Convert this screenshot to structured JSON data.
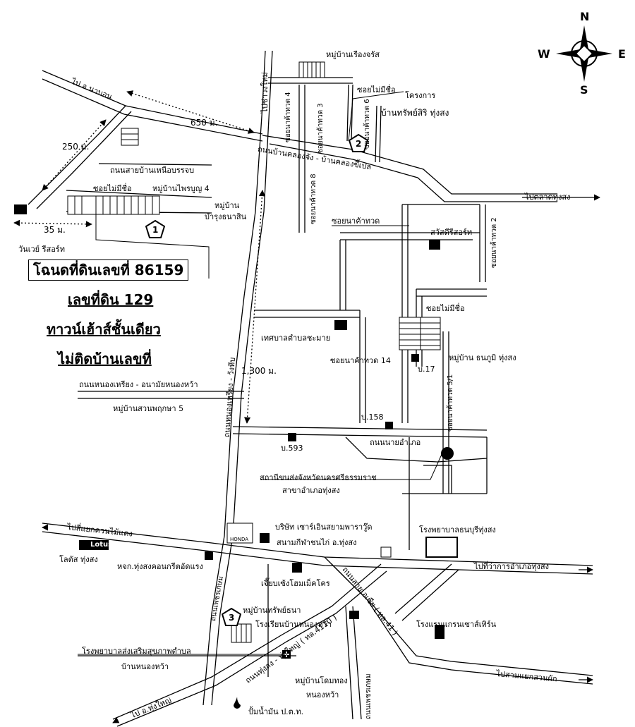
{
  "compass": {
    "n": "N",
    "s": "S",
    "e": "E",
    "w": "W"
  },
  "title_block": {
    "deed": "โฉนดที่ดินเลขที่ 86159",
    "plot": "เลขที่ดิน 129",
    "type": "ทาวน์เฮ้าส์ชั้นเดียว",
    "house_no": "ไม่ติดบ้านเลขที่"
  },
  "distances": {
    "d650": "650 ม.",
    "d250": "250 ม.",
    "d35": "35 ม.",
    "d1300": "1,300 ม."
  },
  "markers": {
    "m1": "1",
    "m2": "2",
    "m3": "3"
  },
  "labels": {
    "to_na_bon": "ไป อ.นาบอน",
    "to_chawang": "ไปช่าวงใหม่",
    "ruangjarat": "หมู่บ้านเรืองจรัส",
    "soi_no_name_top": "ซอยไม่มีชื่อ",
    "project": "โครงการ",
    "sapsiri": "บ้านทรัพย์สิริ ทุ่งสง",
    "soi4": "ซอยนาค้าทวด 4",
    "soi3": "ซอยนาค้าทวด 3",
    "soi6": "ซอยนาค้าทวด 6",
    "soi8": "ซอยนาค้าทวด 8",
    "road_khlongchang": "ถนนบ้านคลองจัง - บ้านคลองขี้เปล",
    "road_nuea": "ถนนสายบ้านเหนือบรรจบ",
    "soi_no_name_left": "ซอยไม่มีชื่อ",
    "phaiboon": "หมู่บ้านไพรบูญ 4",
    "ban": "หมู่บ้าน",
    "bamrung": "บำรุงธนาสิน",
    "to_talat": "ไปตลาดทุ่งสง",
    "soi2": "ซอยนาค้าทวด 2",
    "soi_nakhamthuad": "ซอยนาค้าทวด",
    "sawatdee": "สวัสดีรีสอร์ท",
    "runway": "วันเวย์ รีสอร์ท",
    "soi_no_name_right": "ซอยไม่มีชื่อ",
    "thetsaban": "เทศบาลตำบลชะมาย",
    "thanaphum": "หมู่บ้าน ธนภูมิ ทุ่งสง",
    "soi14": "ซอยนาค้าทวด 14",
    "b17": "บ.17",
    "road_nongriang": "ถนนหนองเหรียง - อนามัยหนองหว้า",
    "suanphruksa": "หมู่บ้านสวนพฤกษา 5",
    "road_nongriang_v": "ถนนหนองเหรียง - วังหีบ",
    "soi51": "ซอยนาค้าทวด 5/1",
    "b158": "บ.158",
    "b593": "บ.593",
    "road_amphoe": "ถนนนายอำเภอ",
    "station1": "สถานีขนส่งจังหวัดนครศรีธรรมราช",
    "station2": "สาขาอำเภอทุ่งสง",
    "to_khuanmaidaeng": "ไปสี่แยกควนไม้แดง",
    "lotus_brand": "Lotus",
    "lotus": "โลตัส ทุ่งสง",
    "honda": "HONDA",
    "sahasiam": "บริษัท เซาร์เอินสยามพาราวู๊ด",
    "stadium": "สนามกีฬาชนไก่ อ.ทุ่งสง",
    "hospital_thon": "โรงพยาบาลธนบุรีทุ่งสง",
    "to_district_office": "ไปที่ว่าการอำเภอทุ่งสง",
    "concrete": "หจก.ทุ่งสงคอนกรีตอัดแรง",
    "jiab": "เจี๊ยบเซ้งโฮมเม็คโคร",
    "road_asia": "ถนนสายเอเซีย ( ทล.41 )",
    "road_phetkasem": "ถนนเพชรเกษม",
    "sapthana": "หมู่บ้านทรัพย์ธนา",
    "school": "โรงเรียนบ้านหนองหว้า",
    "hotel": "โรงแรมแกรนเซาส์เทิร์น",
    "clinic1": "โรงพยาบาลส่งเสริมสุขภาพตำบล",
    "clinic2": "บ้านหนองหว้า",
    "road_thungyai": "ถนนทุ่งสง - ทุ่งใหญ่ ( ทล.4110 )",
    "to_sam_yaek": "ไปสามแยกสวนผัก",
    "domthong1": "หมู่บ้านโดมทอง",
    "domthong2": "หนองหว้า",
    "gas": "ปั้มน้ำมัน ป.ต.ท.",
    "to_thungyai": "ไป อ.ทุ่งใหญ่",
    "road_phetkasem2": "ถนนเพชรเกษม"
  }
}
